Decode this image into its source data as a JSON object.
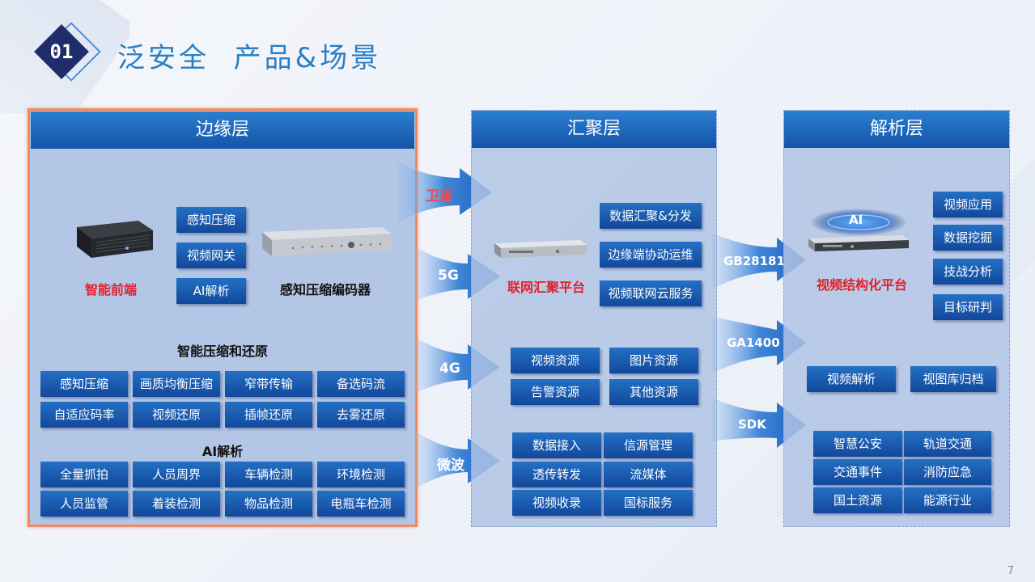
{
  "header": {
    "section_number": "01",
    "title": "泛安全  产品&场景"
  },
  "edge": {
    "title": "边缘层",
    "feature_buttons": [
      "感知压缩",
      "视频网关",
      "AI解析"
    ],
    "device_labels": {
      "front": "智能前端",
      "encoder": "感知压缩编码器"
    },
    "compression": {
      "title": "智能压缩和还原",
      "items": [
        "感知压缩",
        "画质均衡压缩",
        "窄带传输",
        "备选码流",
        "自适应码率",
        "视频还原",
        "插帧还原",
        "去雾还原"
      ]
    },
    "ai": {
      "title": "AI解析",
      "items": [
        "全量抓拍",
        "人员周界",
        "车辆检测",
        "环境检测",
        "人员监管",
        "着装检测",
        "物品检测",
        "电瓶车检测"
      ]
    }
  },
  "links_left": [
    "卫星",
    "5G",
    "4G",
    "微波"
  ],
  "aggregation": {
    "title": "汇聚层",
    "platform_label": "联网汇聚平台",
    "services": [
      "数据汇聚&分发",
      "边缘端协动运维",
      "视频联网云服务"
    ],
    "resources": [
      "视频资源",
      "图片资源",
      "告警资源",
      "其他资源"
    ],
    "functions": [
      "数据接入",
      "信源管理",
      "透传转发",
      "流媒体",
      "视频收录",
      "国标服务"
    ]
  },
  "links_right": [
    "GB28181",
    "GA1400",
    "SDK"
  ],
  "analysis": {
    "title": "解析层",
    "ai_badge": "AI",
    "platform_label": "视频结构化平台",
    "apps": [
      "视频应用",
      "数据挖掘",
      "技战分析",
      "目标研判"
    ],
    "mid": [
      "视频解析",
      "视图库归档"
    ],
    "industries": [
      "智慧公安",
      "轨道交通",
      "交通事件",
      "消防应急",
      "国土资源",
      "能源行业"
    ]
  },
  "page_number": "7",
  "colors": {
    "accent": "#1553a8",
    "title": "#2a7fc4",
    "highlight": "#e2202a",
    "edge_border": "#ef8a60"
  }
}
